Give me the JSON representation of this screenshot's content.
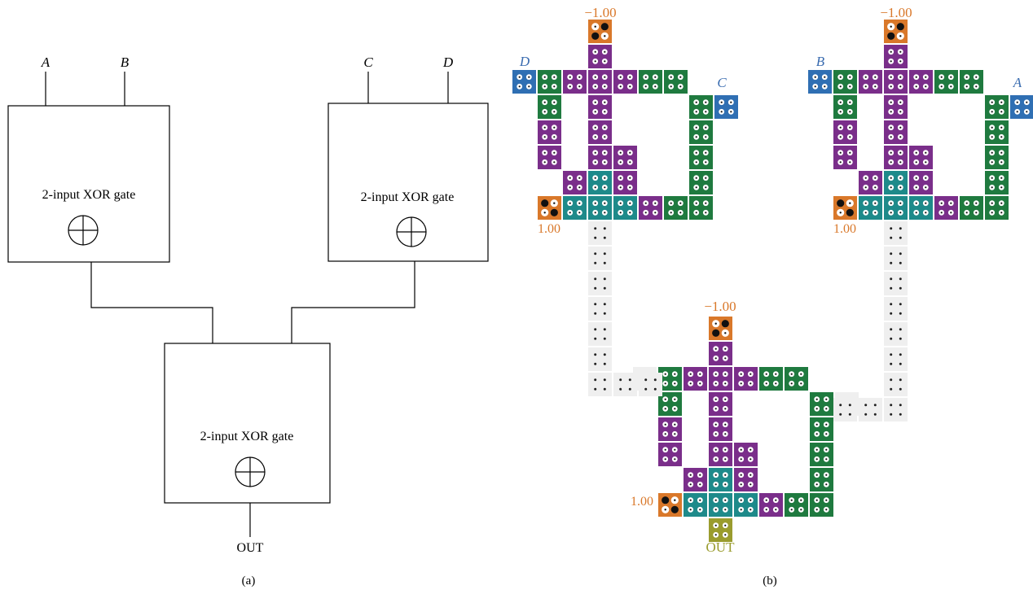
{
  "colors": {
    "purple": "#7a2e8a",
    "green": "#1f7a3f",
    "teal": "#1e8a8a",
    "blue": "#2f6fb3",
    "orange": "#d9782a",
    "olive": "#9a9c2e",
    "wire_cell": "#efefef",
    "label_blue": "#3a6cb0",
    "label_orange": "#d9782a",
    "label_olive": "#9a9c2e"
  },
  "panel_a": {
    "caption": "(a)",
    "inputs": [
      "A",
      "B",
      "C",
      "D"
    ],
    "gate_label": "2-input XOR gate",
    "output_label": "OUT"
  },
  "panel_b": {
    "caption": "(b)",
    "gate_left": {
      "input_left": "D",
      "input_right": "C",
      "top_value": "−1.00",
      "bottom_value": "1.00"
    },
    "gate_right": {
      "input_left": "B",
      "input_right": "A",
      "top_value": "−1.00",
      "bottom_value": "1.00"
    },
    "gate_bottom": {
      "top_value": "−1.00",
      "bottom_value": "1.00",
      "output_label": "OUT"
    }
  }
}
